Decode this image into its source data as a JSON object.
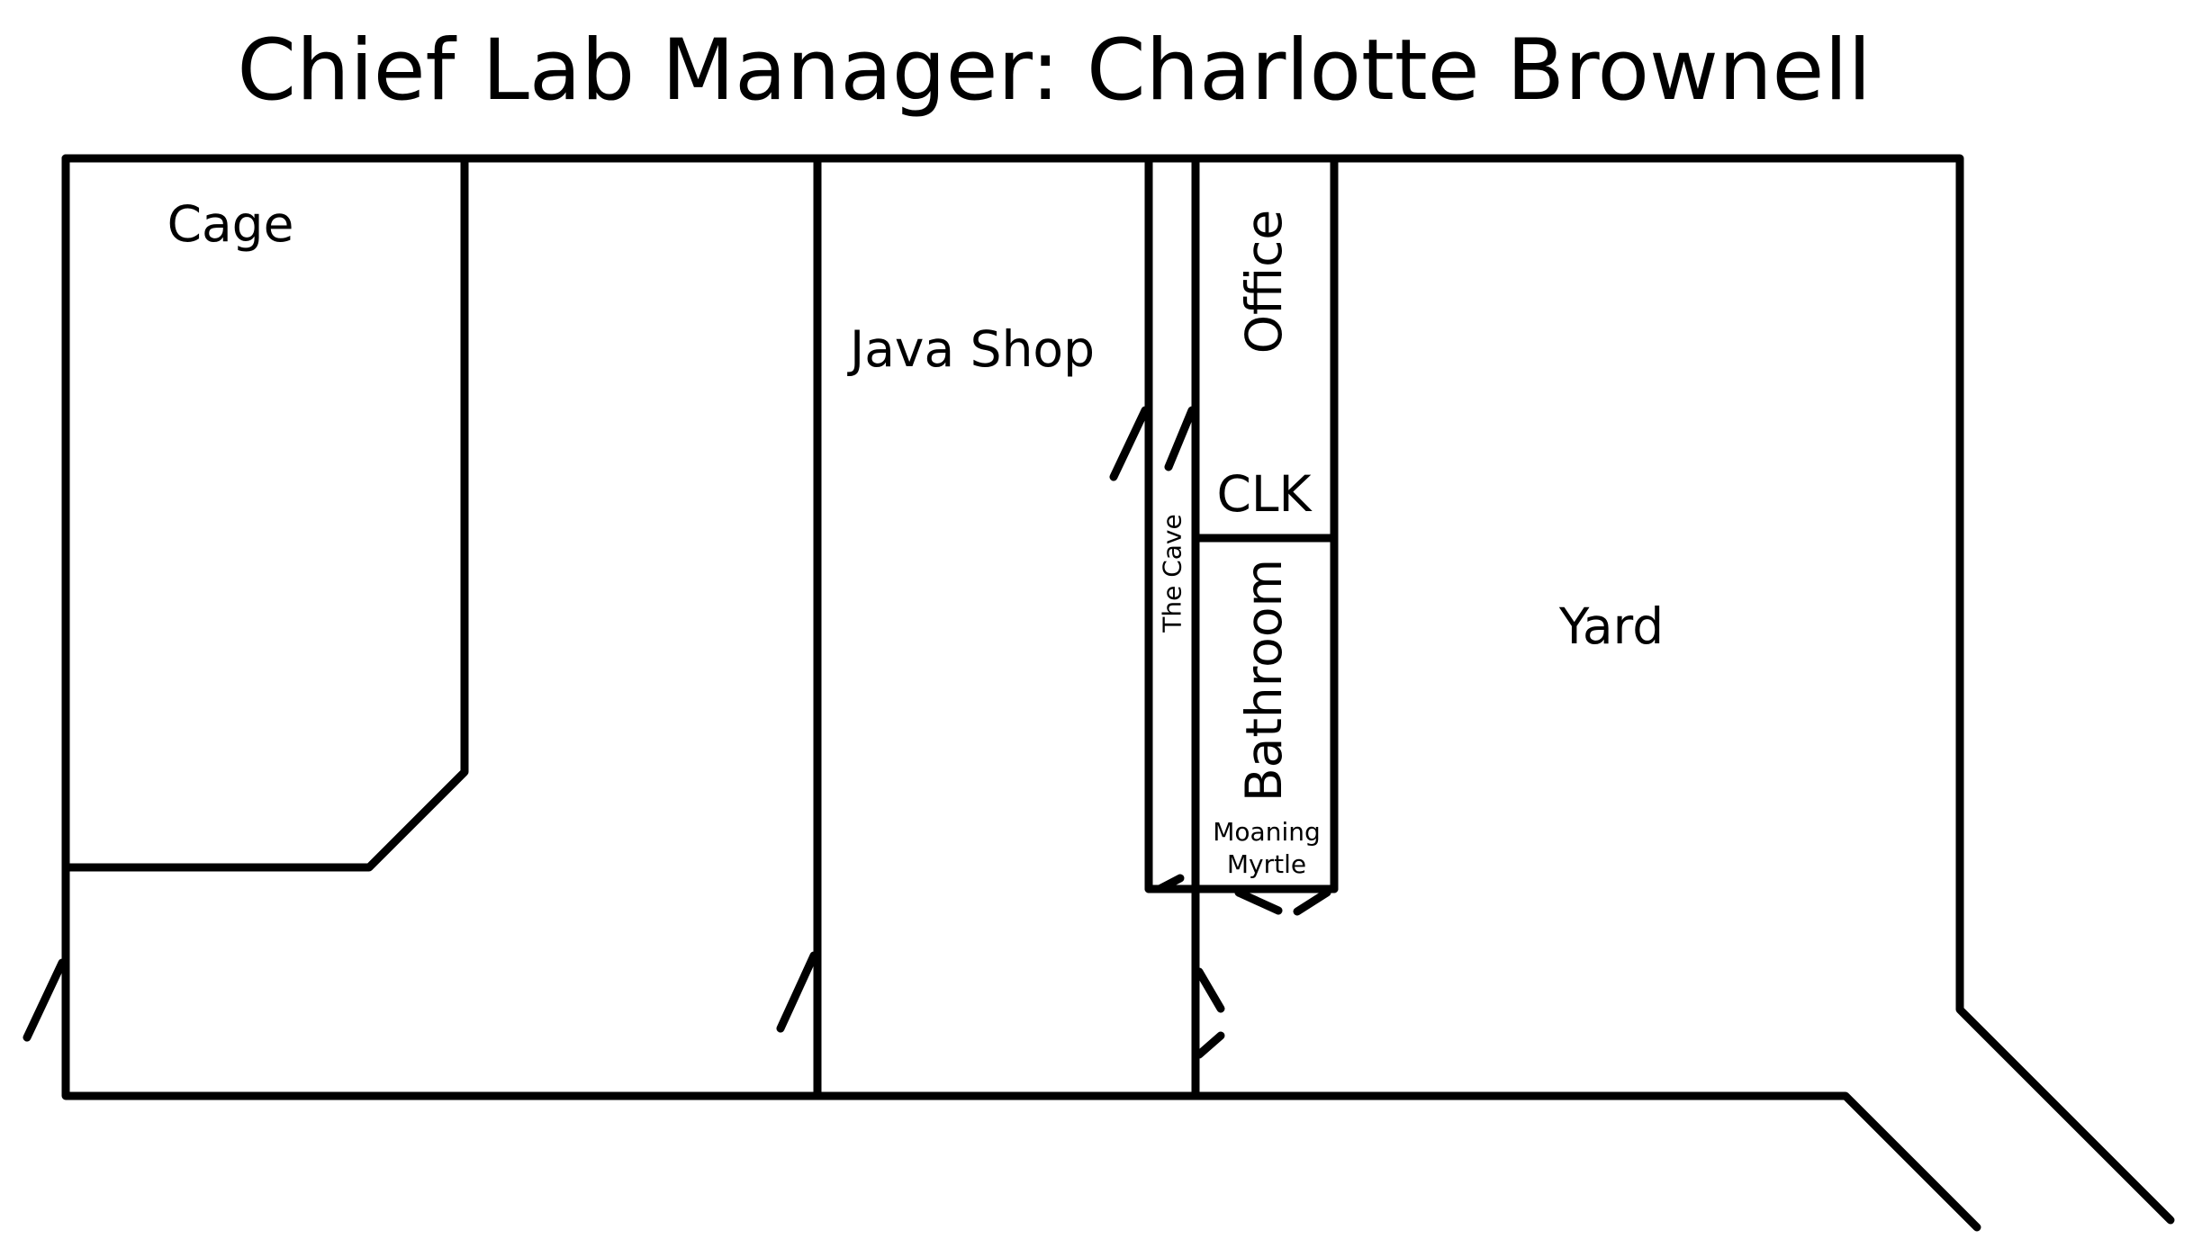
{
  "title": "Chief Lab Manager: Charlotte Brownell",
  "rooms": {
    "cage": "Cage",
    "java_shop": "Java Shop",
    "office": "Office",
    "clk": "CLK",
    "the_cave": "The Cave",
    "bathroom": "Bathroom",
    "moaning_myrtle_line1": "Moaning",
    "moaning_myrtle_line2": "Myrtle",
    "yard": "Yard"
  }
}
